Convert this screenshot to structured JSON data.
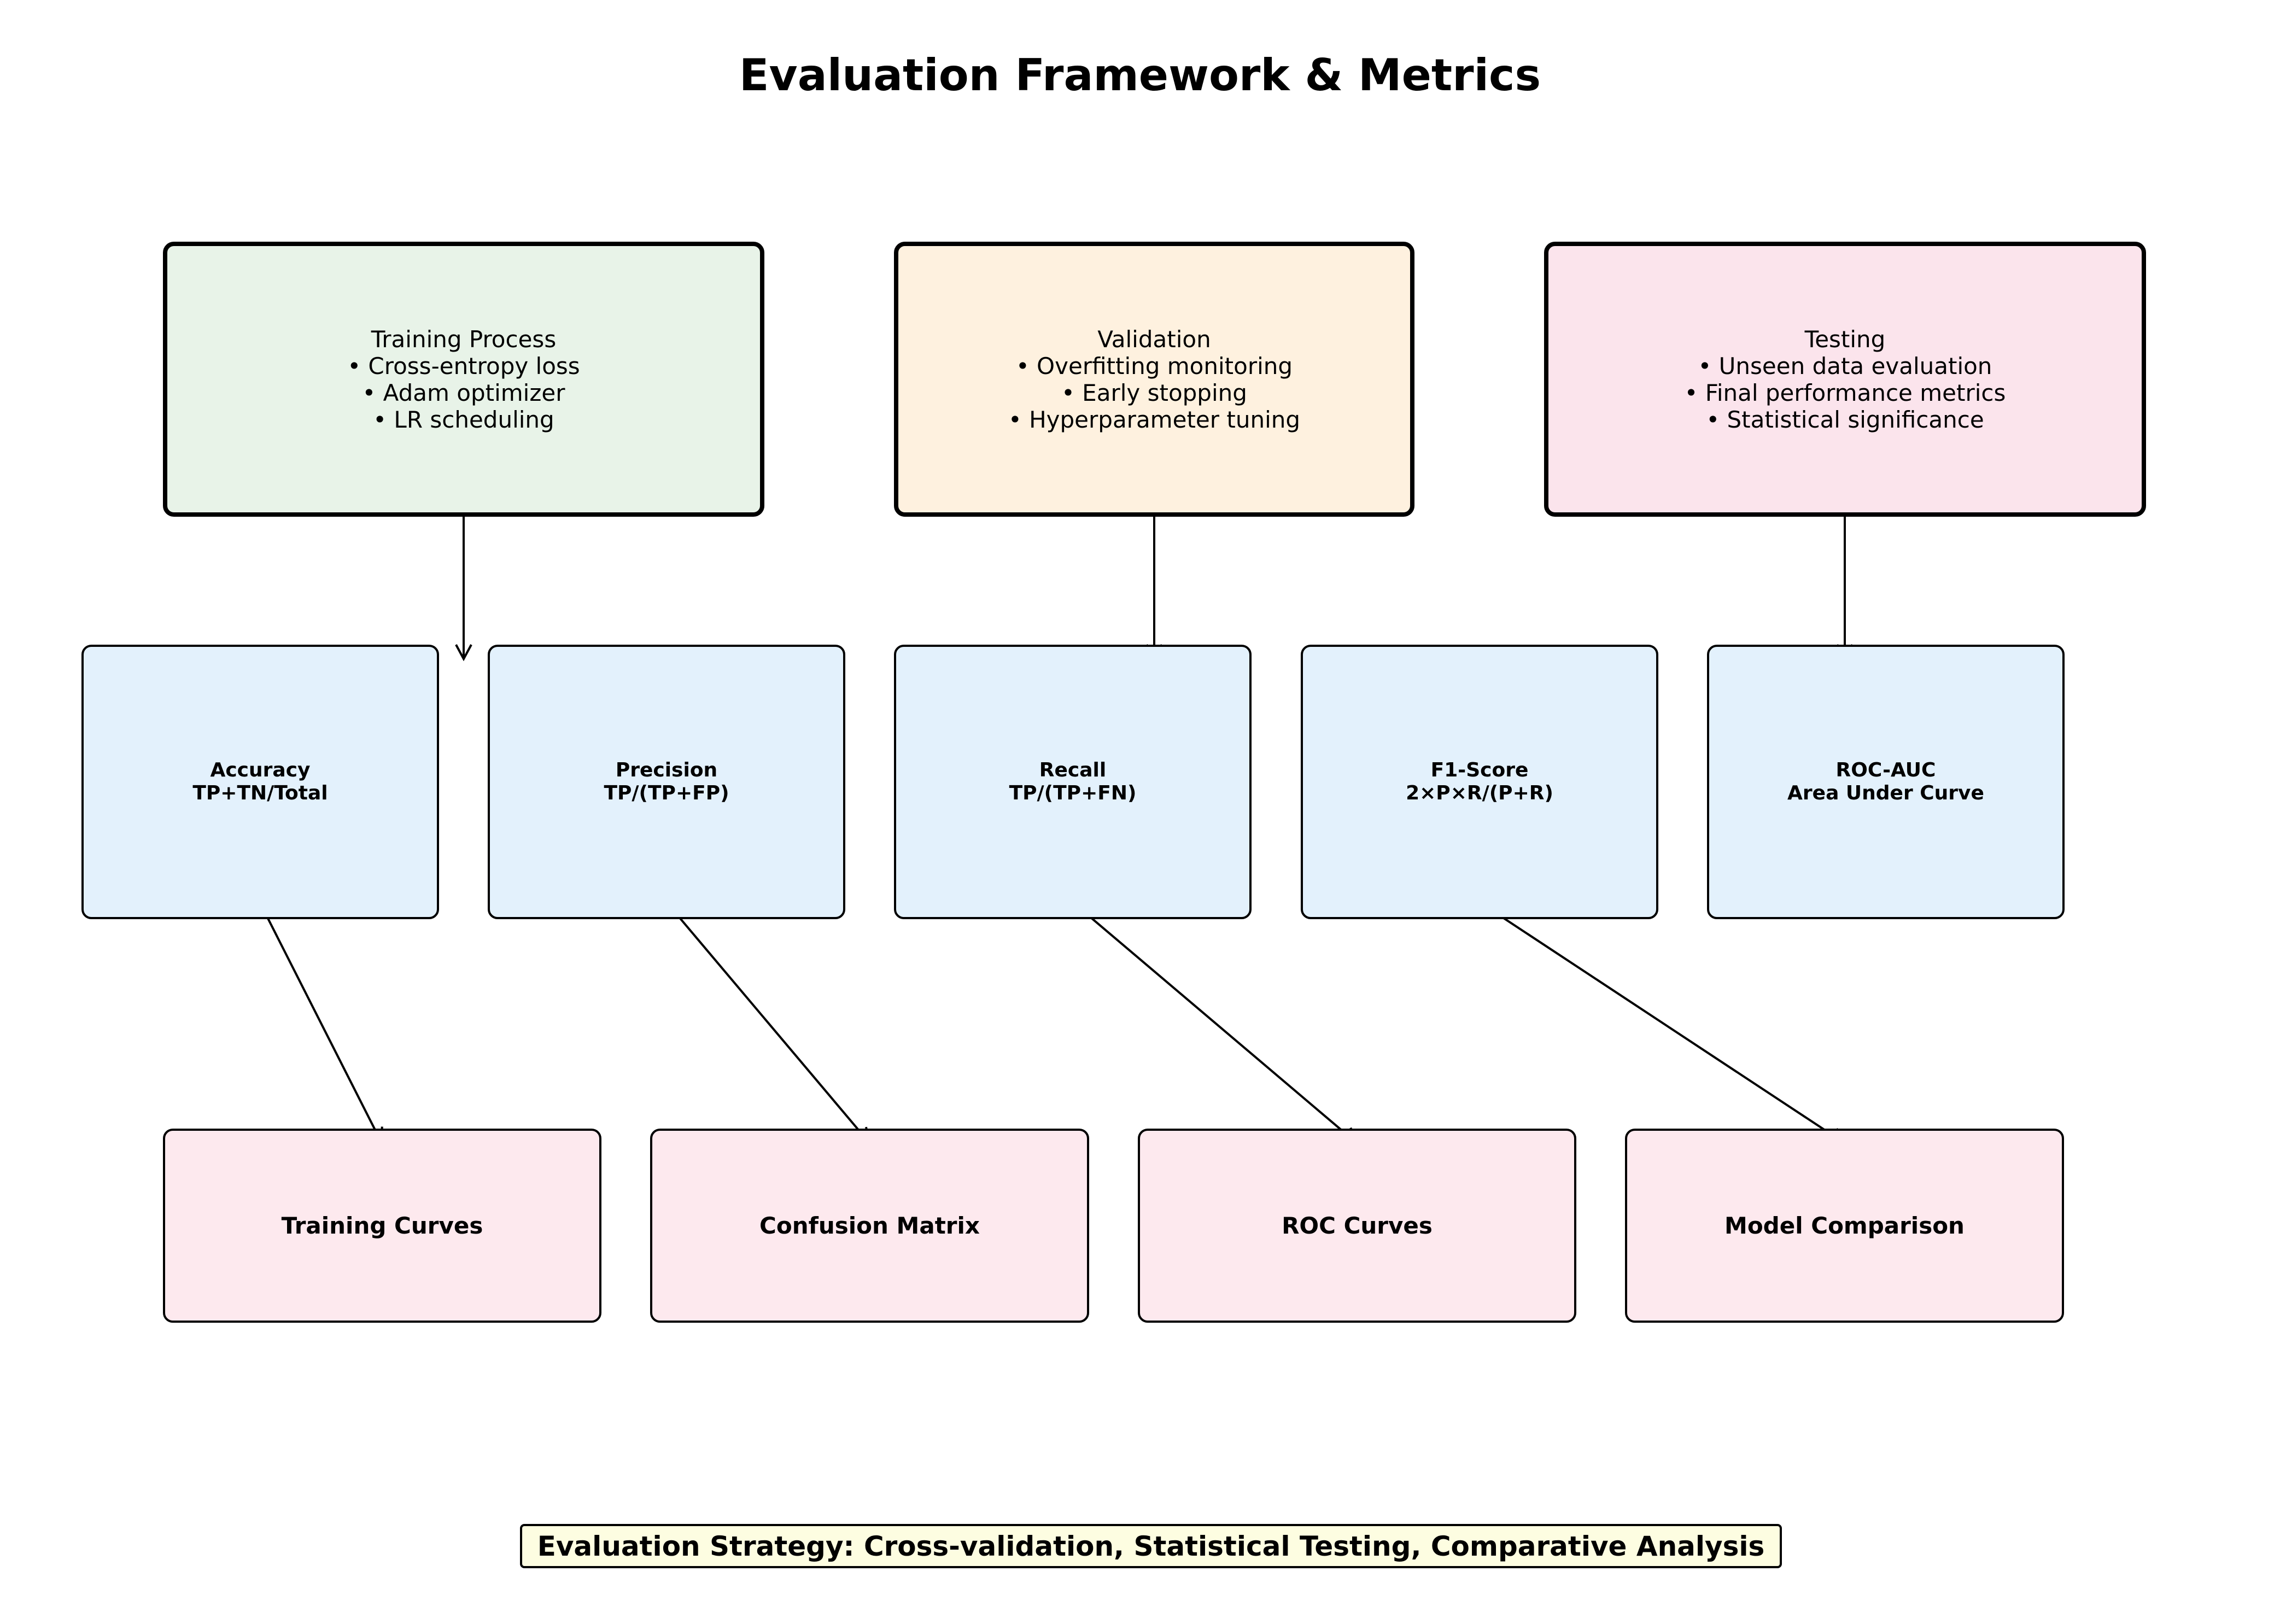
{
  "title": "Evaluation Framework & Metrics",
  "stages": [
    {
      "name": "Training Process",
      "bullets": [
        "• Cross-entropy loss",
        "• Adam optimizer",
        "• LR scheduling"
      ],
      "color": "#e8f3e8"
    },
    {
      "name": "Validation",
      "bullets": [
        "• Overfitting monitoring",
        "• Early stopping",
        "• Hyperparameter tuning"
      ],
      "color": "#fef1df"
    },
    {
      "name": "Testing",
      "bullets": [
        "• Unseen data evaluation",
        "• Final performance metrics",
        "• Statistical significance"
      ],
      "color": "#fbe4ec"
    }
  ],
  "metrics": [
    {
      "name": "Accuracy",
      "formula": "TP+TN/Total"
    },
    {
      "name": "Precision",
      "formula": "TP/(TP+FP)"
    },
    {
      "name": "Recall",
      "formula": "TP/(TP+FN)"
    },
    {
      "name": "F1-Score",
      "formula": "2×P×R/(P+R)"
    },
    {
      "name": "ROC-AUC",
      "formula": "Area Under Curve"
    }
  ],
  "visualizations": [
    "Training Curves",
    "Confusion Matrix",
    "ROC Curves",
    "Model Comparison"
  ],
  "strategy": "Evaluation Strategy: Cross-validation, Statistical Testing, Comparative Analysis",
  "colors": {
    "metric_fill": "#e3f1fc",
    "viz_fill": "#fde9ee",
    "strategy_fill": "#fdfde1"
  }
}
